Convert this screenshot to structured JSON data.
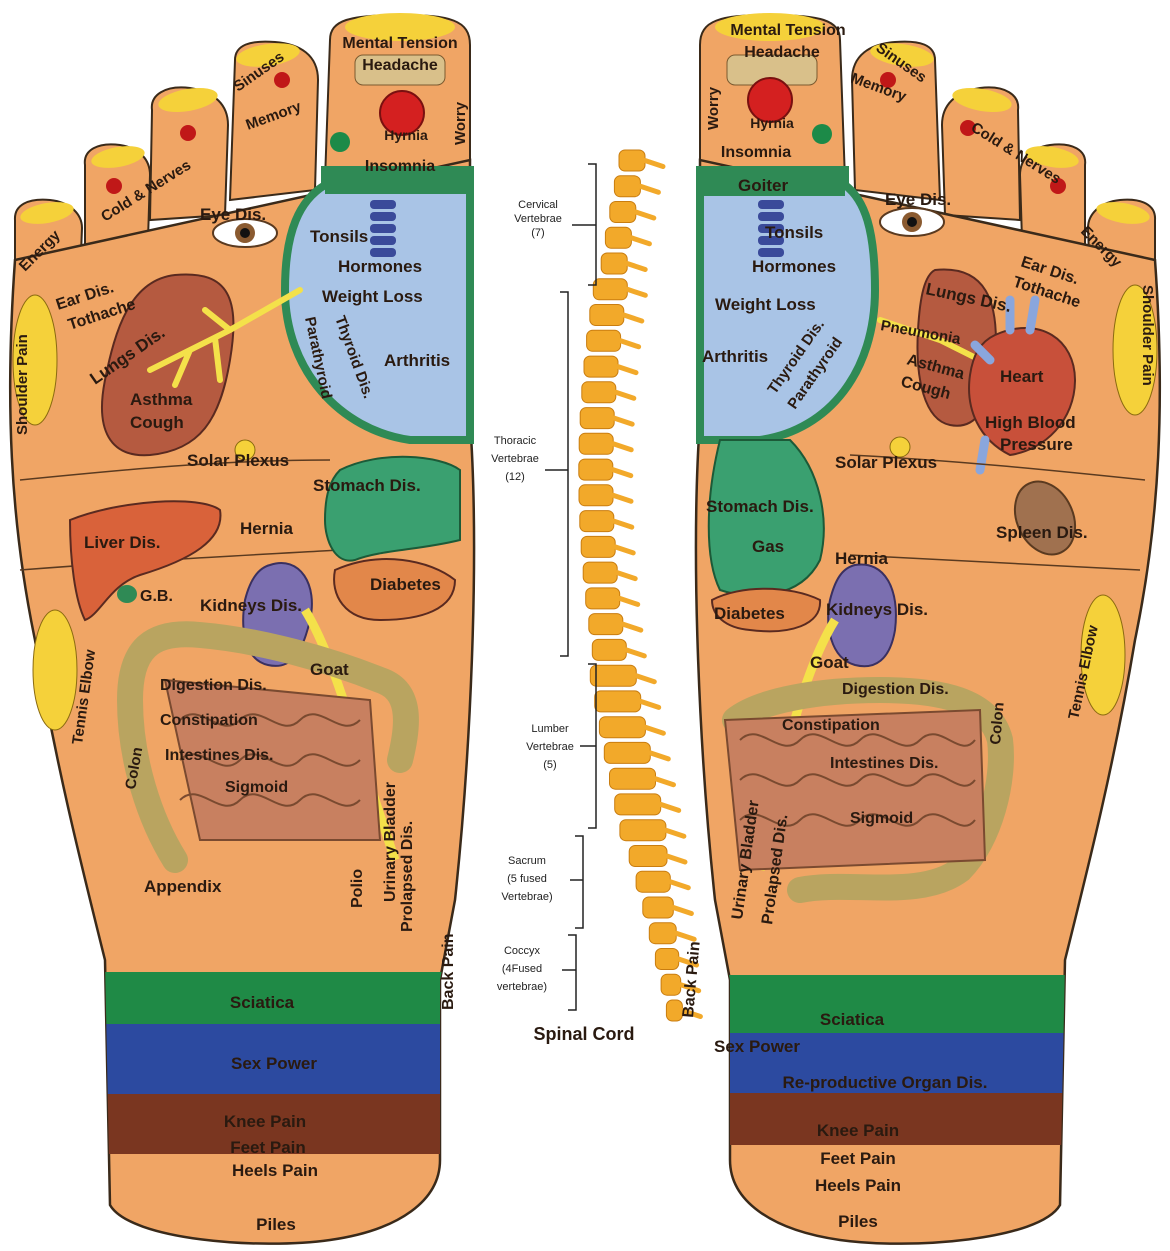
{
  "left_foot": {
    "toes": {
      "big": [
        "Mental Tension",
        "Headache",
        "Hyrnia",
        "Worry",
        "Insomnia"
      ],
      "sinuses": "Sinuses",
      "memory": "Memory",
      "cold_nerves": "Cold & Nerves",
      "energy": "Energy"
    },
    "labels": {
      "eye": "Eye Dis.",
      "ear_1": "Ear Dis.",
      "ear_2": "Tothache",
      "shoulder": "Shoulder Pain",
      "lungs": "Lungs Dis.",
      "asthma": "Asthma",
      "cough": "Cough",
      "tonsils": "Tonsils",
      "hormones": "Hormones",
      "weight": "Weight Loss",
      "arthritis": "Arthritis",
      "thyroid": "Thyroid Dis.",
      "parathyroid": "Parathyroid",
      "solar": "Solar Plexus",
      "stomach": "Stomach Dis.",
      "hernia": "Hernia",
      "liver": "Liver Dis.",
      "gb": "G.B.",
      "kidneys": "Kidneys Dis.",
      "diabetes": "Diabetes",
      "tennis": "Tennis Elbow",
      "goat": "Goat",
      "digestion": "Digestion Dis.",
      "constipation": "Constipation",
      "intestines": "Intestines Dis.",
      "sigmoid": "Sigmoid",
      "colon": "Colon",
      "urinary": "Urinary Bladder",
      "prolapsed": "Prolapsed Dis.",
      "polio": "Polio",
      "appendix": "Appendix",
      "back": "Back Pain"
    },
    "bands": [
      "Sciatica",
      "Sex Power",
      "Knee Pain",
      "Feet Pain",
      "Heels Pain",
      "Piles"
    ]
  },
  "right_foot": {
    "toes": {
      "big": [
        "Mental Tension",
        "Headache",
        "Hyrnia",
        "Worry",
        "Insomnia"
      ],
      "sinuses": "Sinuses",
      "memory": "Memory",
      "cold_nerves": "Cold & Nerves",
      "energy": "Energy"
    },
    "labels": {
      "goiter": "Goiter",
      "eye": "Eye Dis.",
      "ear_1": "Ear Dis.",
      "ear_2": "Tothache",
      "shoulder": "Shoulder Pain",
      "lungs": "Lungs Dis.",
      "pneumonia": "Pneumonia",
      "asthma": "Asthma",
      "cough": "Cough",
      "heart": "Heart",
      "bp_1": "High Blood",
      "bp_2": "Pressure",
      "tonsils": "Tonsils",
      "hormones": "Hormones",
      "weight": "Weight Loss",
      "arthritis": "Arthritis",
      "thyroid": "Thyroid Dis.",
      "parathyroid": "Parathyroid",
      "solar": "Solar Plexus",
      "stomach": "Stomach Dis.",
      "gas": "Gas",
      "spleen": "Spleen Dis.",
      "hernia": "Hernia",
      "kidneys": "Kidneys Dis.",
      "diabetes": "Diabetes",
      "goat": "Goat",
      "tennis": "Tennis Elbow",
      "digestion": "Digestion Dis.",
      "constipation": "Constipation",
      "intestines": "Intestines Dis.",
      "sigmoid": "Sigmoid",
      "colon": "Colon",
      "urinary": "Urinary Bladder",
      "prolapsed": "Prolapsed Dis.",
      "back": "Back Pain"
    },
    "bands": [
      "Sciatica",
      "Sex Power",
      "Re-productive Organ Dis.",
      "Knee Pain",
      "Feet Pain",
      "Heels Pain",
      "Piles"
    ]
  },
  "spine": {
    "cervical": [
      "Cervical",
      "Vertebrae",
      "(7)"
    ],
    "thoracic": [
      "Thoracic",
      "Vertebrae",
      "(12)"
    ],
    "lumber": [
      "Lumber",
      "Vertebrae",
      "(5)"
    ],
    "sacrum": [
      "Sacrum",
      "(5 fused",
      "Vertebrae)"
    ],
    "coccyx": [
      "Coccyx",
      "(4Fused",
      "vertebrae)"
    ],
    "title": "Spinal Cord"
  },
  "colors": {
    "skin": "#f0a565",
    "outline": "#3a2a1a",
    "toenail": "#f5d13a",
    "sciatica": "#1f8a46",
    "sex_power": "#2c4aa0",
    "knee": "#7a3620",
    "thyroid_blue": "#a9c4e6",
    "thyroid_green": "#2f8a55",
    "spine": "#f2a92a"
  }
}
